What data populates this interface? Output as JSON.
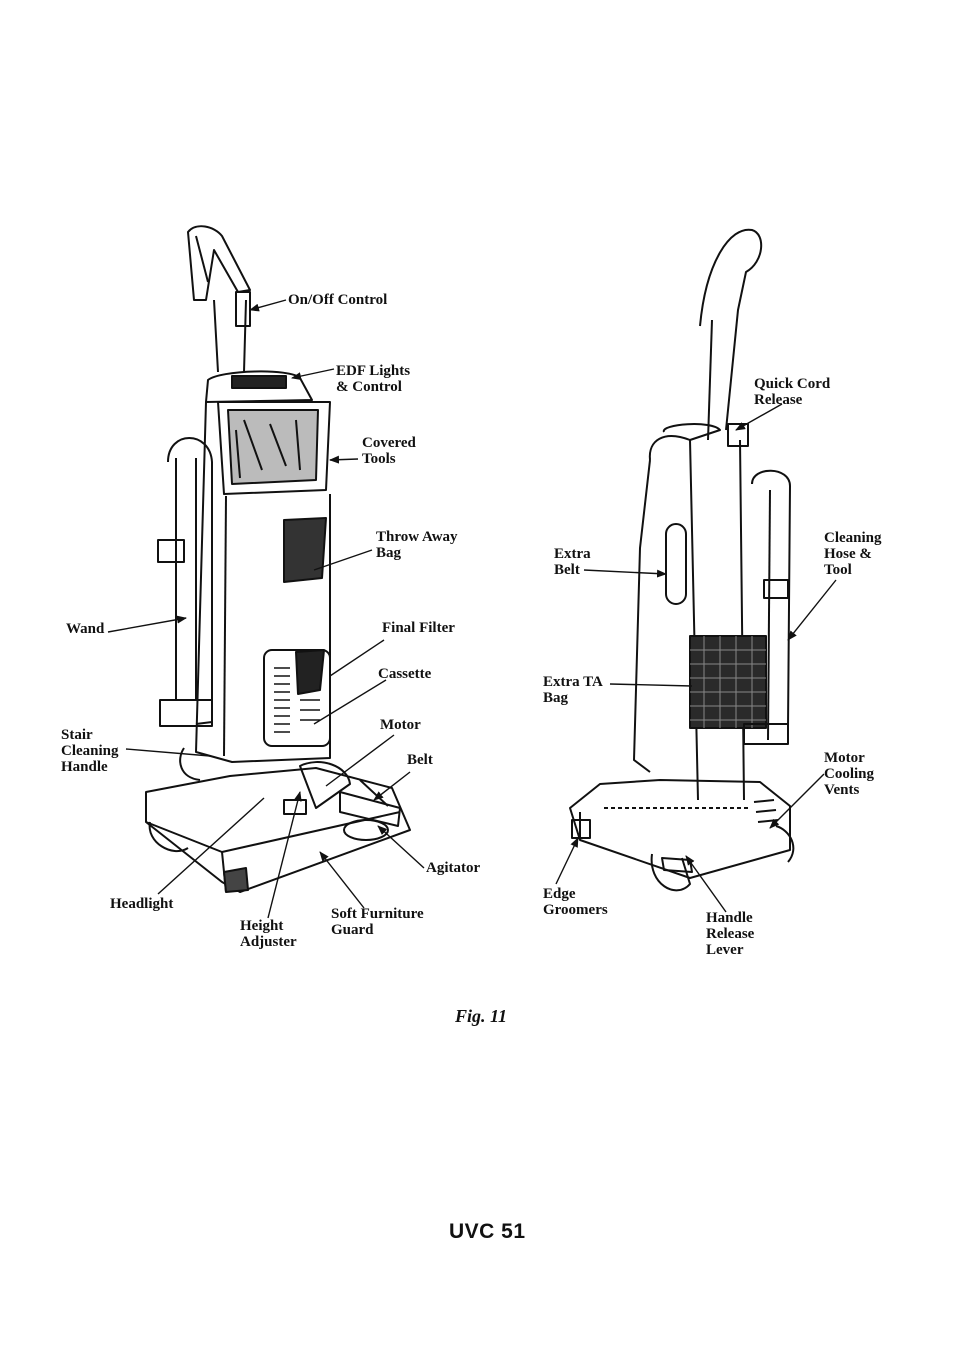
{
  "labels_left": {
    "on_off": "On/Off Control",
    "edf": "EDF Lights\n& Control",
    "covered_tools": "Covered\nTools",
    "throw_away_bag": "Throw Away\nBag",
    "wand": "Wand",
    "final_filter": "Final Filter",
    "cassette": "Cassette",
    "motor": "Motor",
    "stair_handle": "Stair\nCleaning\nHandle",
    "belt": "Belt",
    "agitator": "Agitator",
    "headlight": "Headlight",
    "height_adjuster": "Height\nAdjuster",
    "soft_guard": "Soft Furniture\nGuard"
  },
  "labels_right": {
    "quick_cord": "Quick Cord\nRelease",
    "cleaning_hose": "Cleaning\nHose &\nTool",
    "extra_belt": "Extra\nBelt",
    "extra_ta_bag": "Extra TA\nBag",
    "motor_vents": "Motor\nCooling\nVents",
    "edge_groomers": "Edge\nGroomers",
    "handle_release": "Handle\nRelease\nLever"
  },
  "caption": "Fig. 11",
  "model": "UVC 51"
}
